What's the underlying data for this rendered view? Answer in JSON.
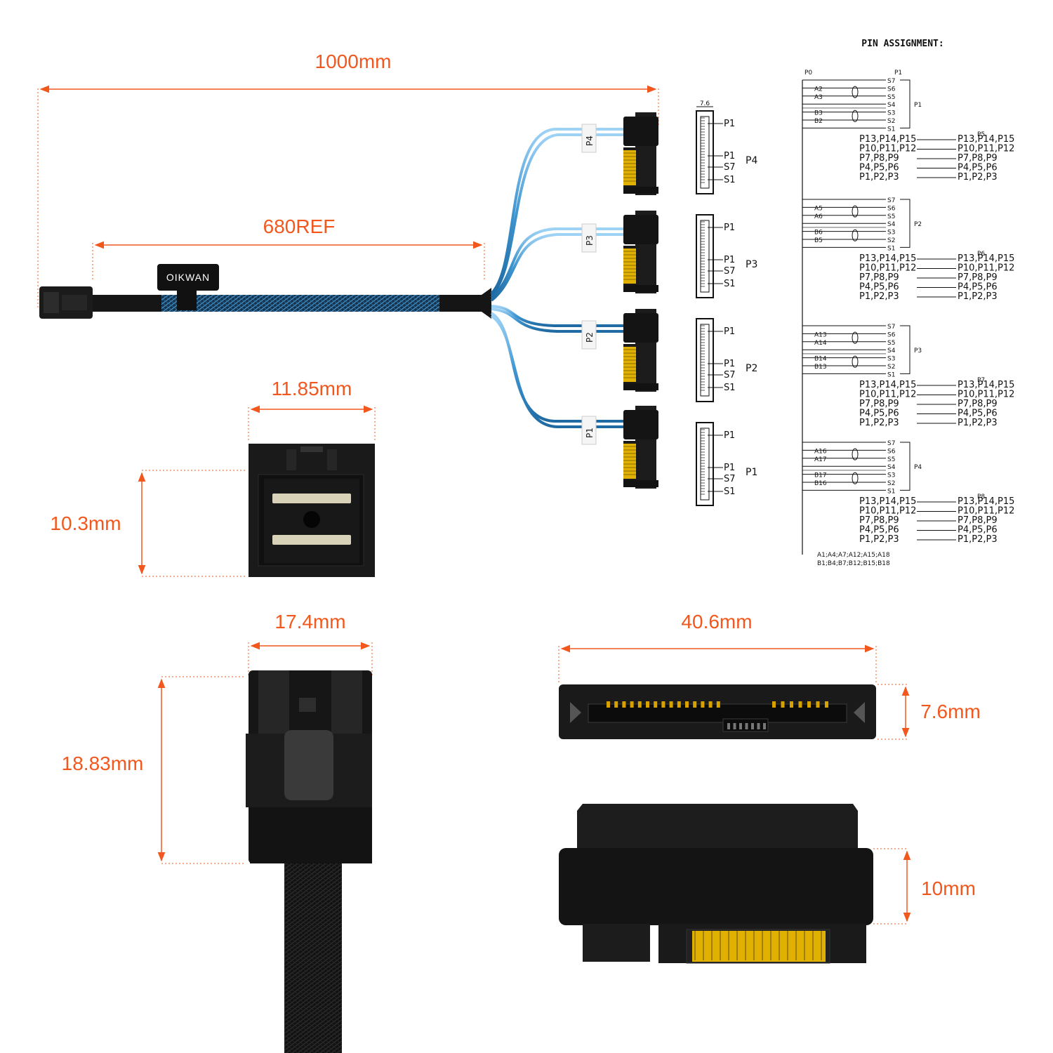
{
  "colors": {
    "accent": "#f2581e",
    "cable_blue": "#4a9fd8",
    "connector": "#1b1b1b",
    "gold": "#e0b100"
  },
  "dimensions": {
    "total_length": "1000mm",
    "ref_length": "680REF",
    "minisas_width": "11.85mm",
    "minisas_height": "10.3mm",
    "plug_width": "17.4mm",
    "plug_height": "18.83mm",
    "sata_width": "40.6mm",
    "sata_thickness": "7.6mm",
    "sata_height": "10mm"
  },
  "brand": "OIKWAN",
  "cable_tags": [
    "P4",
    "P3",
    "P2",
    "P1"
  ],
  "mini_schematic": {
    "top_dim": "7.6",
    "port_labels": [
      "P4",
      "P3",
      "P2",
      "P1"
    ],
    "pin_labels": [
      "P1",
      "P1",
      "S7",
      "S1"
    ]
  },
  "pin_assignment": {
    "title": "PIN ASSIGNMENT:",
    "p0": "P0",
    "signal_pins": [
      "S7",
      "S6",
      "S5",
      "S4",
      "S3",
      "S2",
      "S1"
    ],
    "power_rows": [
      "P13,P14,P15",
      "P10,P11,P12",
      "P7,P8,P9",
      "P4,P5,P6",
      "P1,P2,P3"
    ],
    "groups": [
      {
        "port": "P1",
        "power": "P5",
        "a": [
          "A2",
          "A3"
        ],
        "b": [
          "B3",
          "B2"
        ]
      },
      {
        "port": "P2",
        "power": "P6",
        "a": [
          "A5",
          "A6"
        ],
        "b": [
          "B6",
          "B5"
        ]
      },
      {
        "port": "P3",
        "power": "P7",
        "a": [
          "A13",
          "A14"
        ],
        "b": [
          "B14",
          "B13"
        ]
      },
      {
        "port": "P4",
        "power": "P8",
        "a": [
          "A16",
          "A17"
        ],
        "b": [
          "B17",
          "B16"
        ]
      }
    ],
    "ground_note": [
      "A1;A4;A7;A12;A15;A18",
      "B1;B4;B7;B12;B15;B18"
    ]
  }
}
